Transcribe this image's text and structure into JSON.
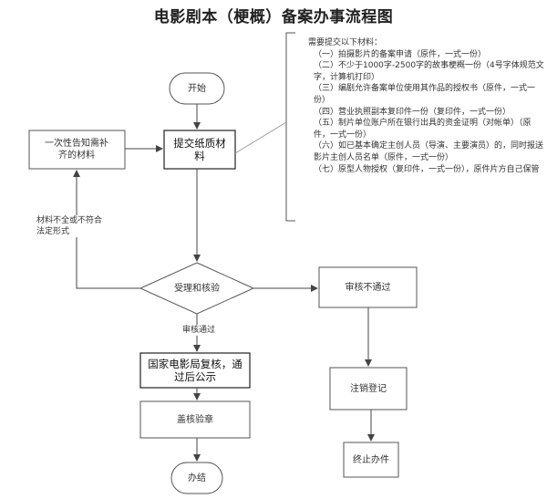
{
  "title": "电影剧本（梗概）备案办事流程图",
  "nodes": {
    "start": "开始",
    "submit": "提交纸质材料",
    "notify": "一次性告知需补齐的材料",
    "accept": "受理和核验",
    "reject": "审核不通过",
    "review": "国家电影局复核，通过后公示",
    "stamp": "盖核验章",
    "cancel": "注销登记",
    "terminate": "终止办件",
    "finish": "办结"
  },
  "edges": {
    "incomplete": "材料不全或不符合法定形式",
    "passed": "审核通过"
  },
  "materials": {
    "heading": "需要提交以下材料：",
    "items": [
      "（一）拍摄影片的备案申请（原件，一式一份）",
      "（二）不少于1000字-2500字的故事梗概一份（4号字体规范文字，计算机打印）",
      "（三）编剧允许备案单位使用其作品的授权书（原件，一式一份）",
      "（四）营业执照副本复印件一份（复印件，一式一份）",
      "（五）制片单位账户所在银行出具的资金证明（对帐单）（原件，一式一份）",
      "（六）如已基本确定主创人员（导演、主要演员）的，同时报送影片主创人员名单（原件，一式一份）",
      "（七）原型人物授权（复印件，一式一份），原件片方自己保管"
    ]
  }
}
